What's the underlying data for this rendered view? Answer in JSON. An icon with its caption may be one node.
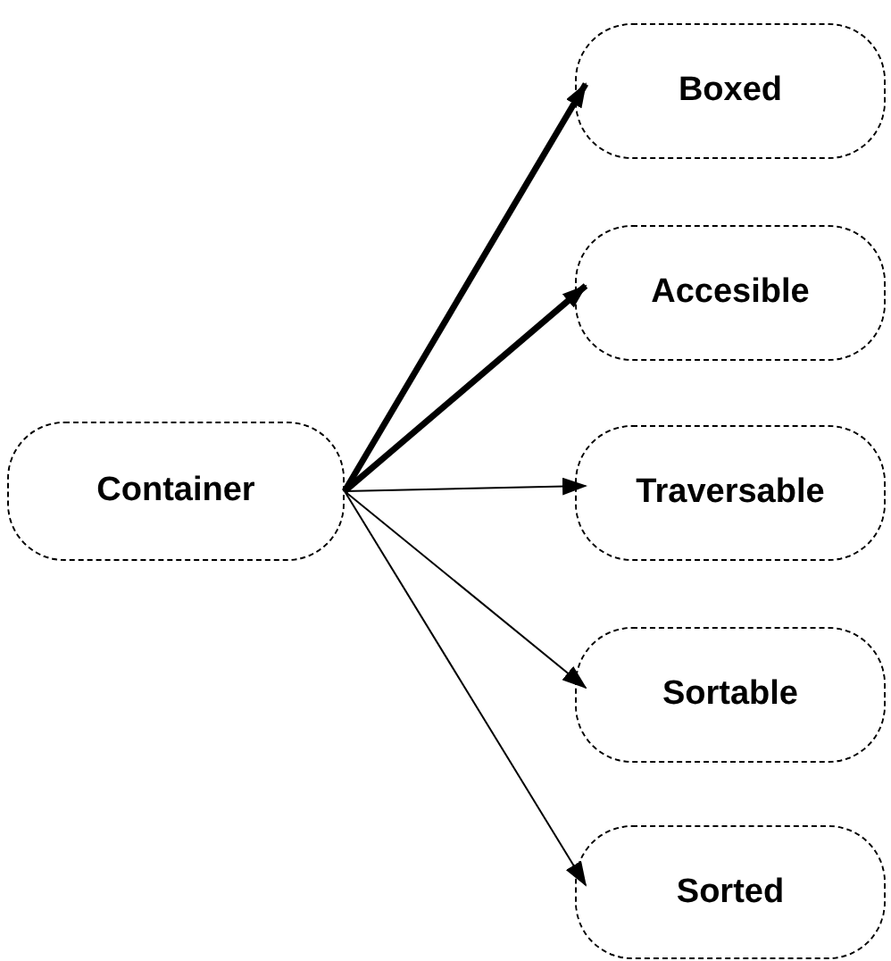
{
  "diagram": {
    "nodes": [
      {
        "text": [
          "Container"
        ]
      },
      {
        "text": [
          "Boxed"
        ]
      },
      {
        "text": [
          "Accesible"
        ]
      },
      {
        "text": [
          "Traversable"
        ]
      },
      {
        "text": [
          "Sortable"
        ]
      },
      {
        "text": [
          "Sorted"
        ]
      }
    ],
    "edges": [
      {
        "from": 0,
        "to": 1,
        "arrow": "to",
        "style": "thick"
      },
      {
        "from": 0,
        "to": 2,
        "arrow": "to",
        "style": "thick"
      },
      {
        "from": 0,
        "to": 3,
        "arrow": "to"
      },
      {
        "from": 0,
        "to": 4,
        "arrow": "to"
      },
      {
        "from": 0,
        "to": 5,
        "arrow": "to"
      }
    ]
  }
}
